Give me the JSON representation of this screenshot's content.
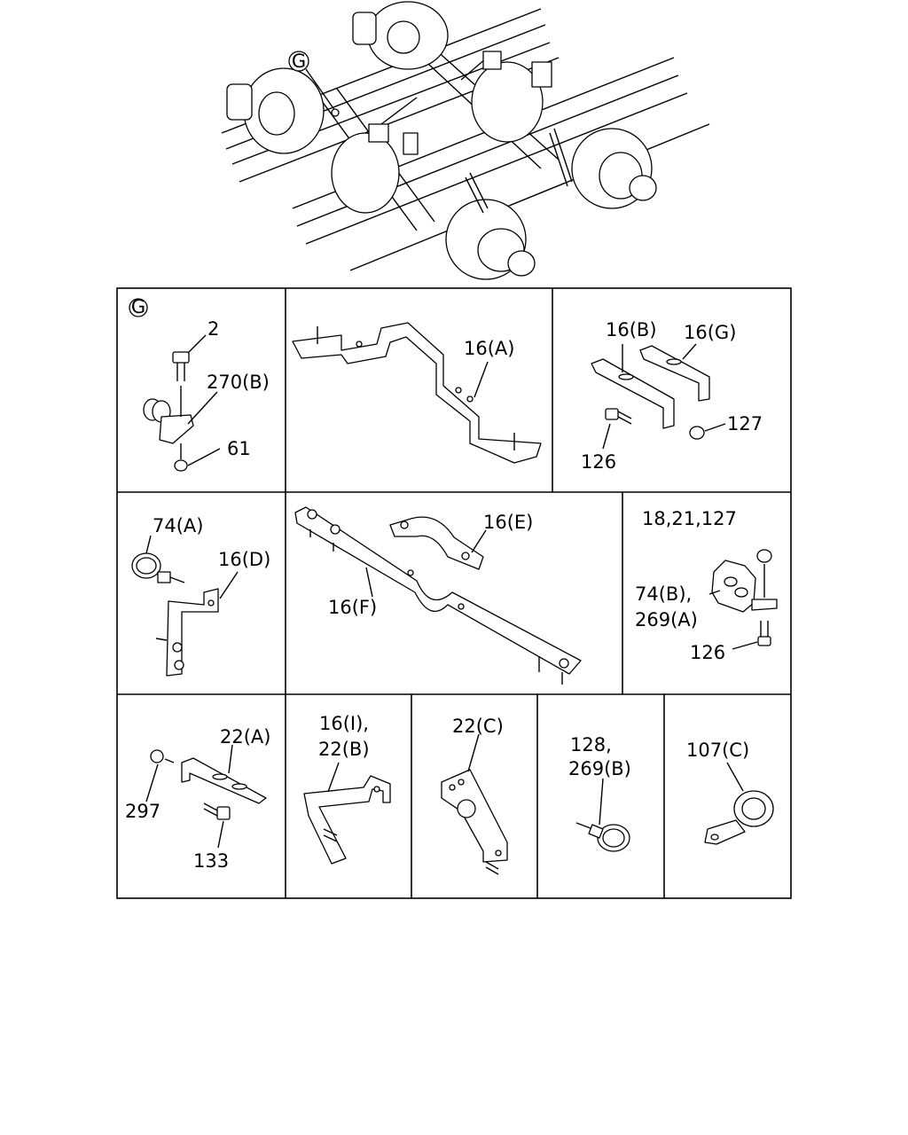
{
  "overview": {
    "callout_label": "G"
  },
  "grid": {
    "cells": [
      {
        "id": "g-detail",
        "marker": "G",
        "callouts": [
          {
            "text": "2"
          },
          {
            "text": "270(B)"
          },
          {
            "text": "61"
          }
        ]
      },
      {
        "id": "bracket-a",
        "callouts": [
          {
            "text": "16(A)"
          }
        ]
      },
      {
        "id": "bracket-bg",
        "callouts": [
          {
            "text": "16(B)"
          },
          {
            "text": "16(G)"
          },
          {
            "text": "127"
          },
          {
            "text": "126"
          }
        ]
      },
      {
        "id": "bracket-d",
        "callouts": [
          {
            "text": "74(A)"
          },
          {
            "text": "16(D)"
          }
        ]
      },
      {
        "id": "bracket-ef",
        "callouts": [
          {
            "text": "16(E)"
          },
          {
            "text": "16(F)"
          }
        ]
      },
      {
        "id": "clamp-block",
        "callouts": [
          {
            "text": "18,21,127"
          },
          {
            "text": "74(B),"
          },
          {
            "text": "269(A)"
          },
          {
            "text": "126"
          }
        ]
      },
      {
        "id": "bracket-22a",
        "callouts": [
          {
            "text": "22(A)"
          },
          {
            "text": "297"
          },
          {
            "text": "133"
          }
        ]
      },
      {
        "id": "bracket-16i",
        "callouts": [
          {
            "text": "16(I),"
          },
          {
            "text": "22(B)"
          }
        ]
      },
      {
        "id": "bracket-22c",
        "callouts": [
          {
            "text": "22(C)"
          }
        ]
      },
      {
        "id": "clip-128",
        "callouts": [
          {
            "text": "128,"
          },
          {
            "text": "269(B)"
          }
        ]
      },
      {
        "id": "clip-107c",
        "callouts": [
          {
            "text": "107(C)"
          }
        ]
      }
    ]
  }
}
